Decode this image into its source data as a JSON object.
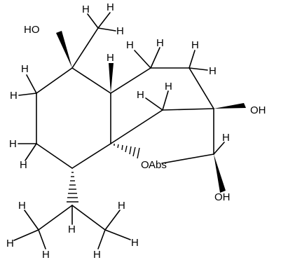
{
  "molecule": {
    "labels": {
      "oh_top": "HO",
      "oh_right": "OH",
      "oh_bottom": "OH",
      "ring_oxygen": "O",
      "abs": "Abs",
      "h": "H"
    }
  }
}
